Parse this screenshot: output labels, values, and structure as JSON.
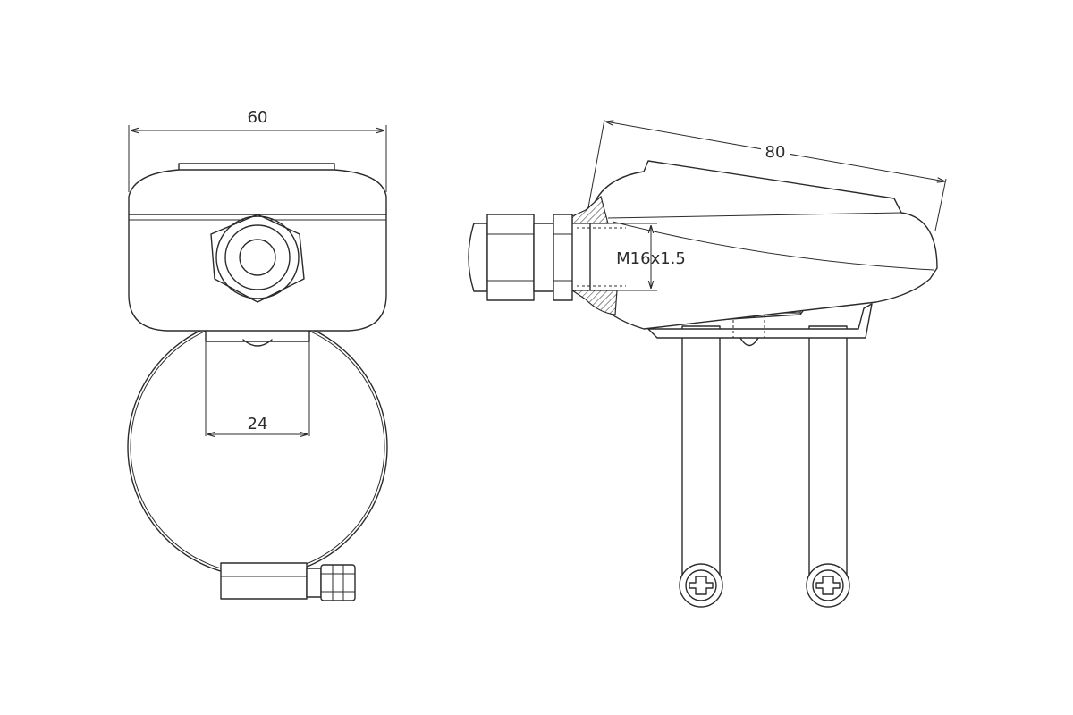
{
  "dimensions": {
    "width_front": "60",
    "strap_width": "24",
    "length_side": "80",
    "thread": "M16x1.5"
  },
  "colors": {
    "line": "#2b2b2b",
    "background": "#ffffff"
  }
}
